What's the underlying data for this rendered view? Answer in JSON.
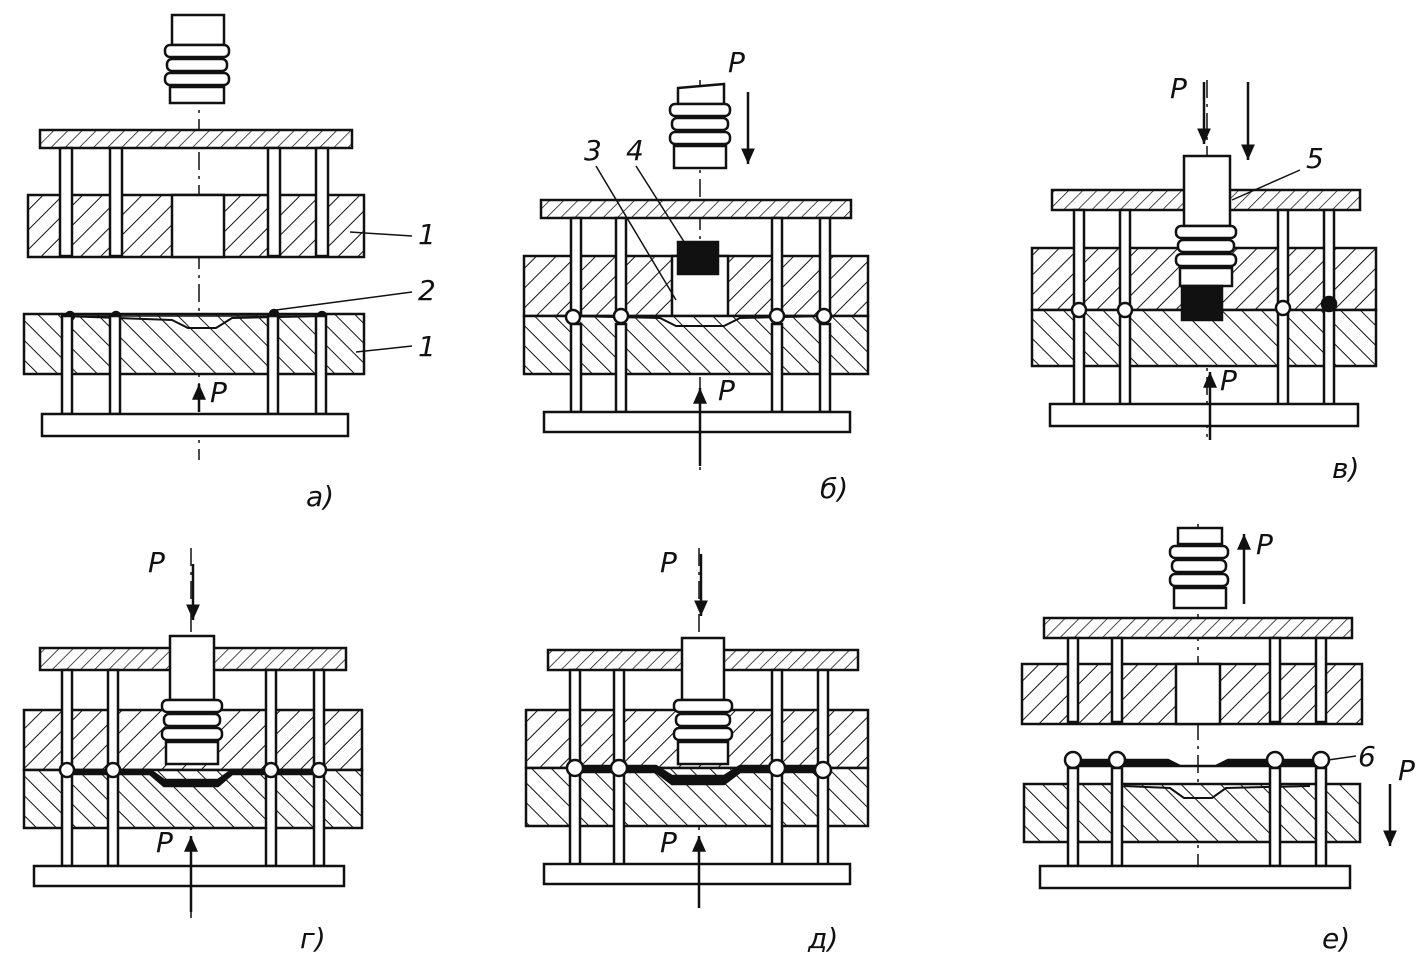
{
  "colors": {
    "ink": "#111111",
    "paper": "#ffffff"
  },
  "panels": [
    {
      "caption": "а)",
      "labels": [
        "1",
        "2",
        "1"
      ],
      "force": [
        "P"
      ]
    },
    {
      "caption": "б)",
      "labels": [
        "3",
        "4"
      ],
      "force": [
        "P",
        "P"
      ]
    },
    {
      "caption": "в)",
      "labels": [
        "5"
      ],
      "force": [
        "P",
        "P"
      ]
    },
    {
      "caption": "г)",
      "labels": [],
      "force": [
        "P",
        "P"
      ]
    },
    {
      "caption": "д)",
      "labels": [],
      "force": [
        "P",
        "P"
      ]
    },
    {
      "caption": "е)",
      "labels": [
        "6"
      ],
      "force": [
        "P",
        "P"
      ]
    }
  ]
}
